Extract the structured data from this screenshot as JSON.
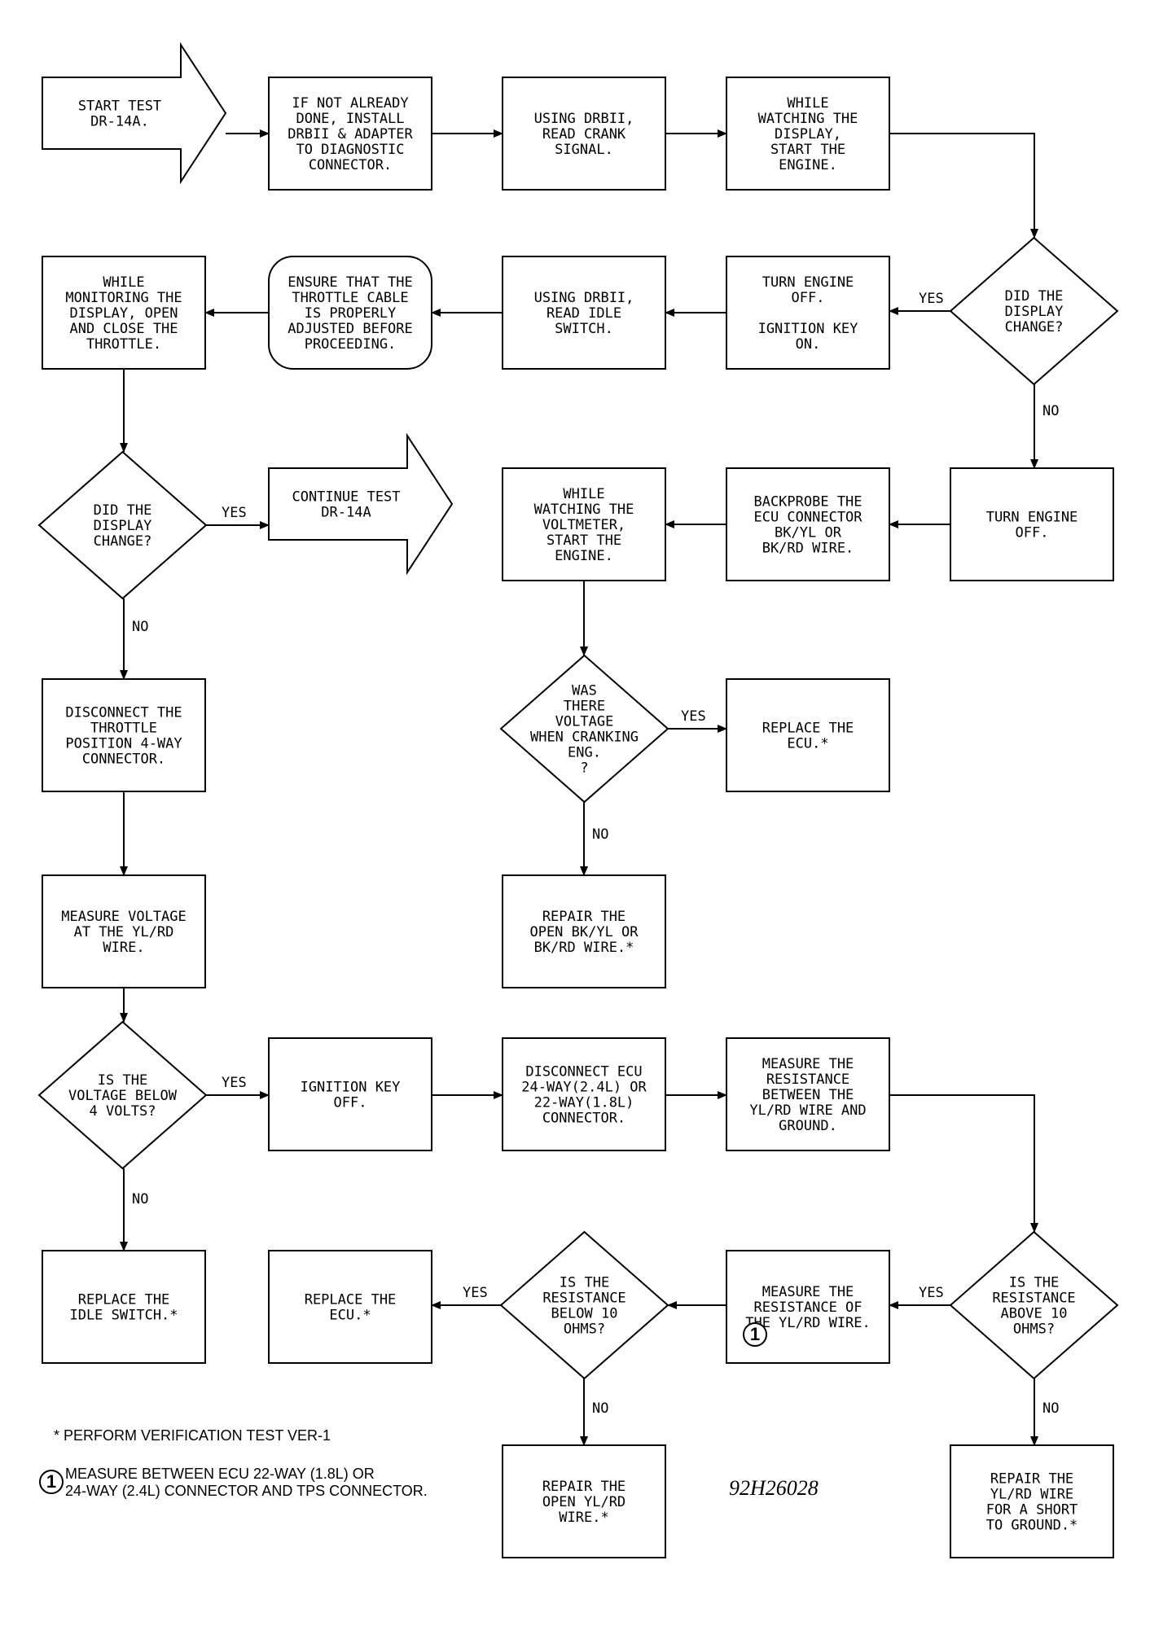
{
  "nodes": {
    "start_test": "START TEST\nDR-14A.",
    "install_drbii": "IF NOT ALREADY\nDONE, INSTALL\nDRBII & ADAPTER\nTO DIAGNOSTIC\nCONNECTOR.",
    "read_crank": "USING DRBII,\nREAD CRANK\nSIGNAL.",
    "watch_start": "WHILE\nWATCHING THE\nDISPLAY,\nSTART THE\nENGINE.",
    "display_change_1": "DID THE\nDISPLAY\nCHANGE?",
    "turn_off_key_on": "TURN ENGINE\nOFF.\n\nIGNITION KEY\nON.",
    "read_idle": "USING DRBII,\nREAD IDLE\nSWITCH.",
    "ensure_throttle": "ENSURE THAT THE\nTHROTTLE CABLE\nIS PROPERLY\nADJUSTED BEFORE\nPROCEEDING.",
    "monitor_throttle": "WHILE\nMONITORING THE\nDISPLAY, OPEN\nAND CLOSE THE\nTHROTTLE.",
    "display_change_2": "DID THE\nDISPLAY\nCHANGE?",
    "continue_test": "CONTINUE TEST\nDR-14A",
    "turn_engine_off": "TURN ENGINE\nOFF.",
    "backprobe": "BACKPROBE THE\nECU CONNECTOR\nBK/YL OR\nBK/RD WIRE.",
    "watch_voltmeter": "WHILE\nWATCHING THE\nVOLTMETER,\nSTART THE\nENGINE.",
    "voltage_cranking": "WAS\nTHERE\nVOLTAGE\nWHEN CRANKING\nENG.\n?",
    "replace_ecu_1": "REPLACE THE\nECU.*",
    "repair_bk": "REPAIR THE\nOPEN BK/YL OR\nBK/RD WIRE.*",
    "disconnect_tps": "DISCONNECT THE\nTHROTTLE\nPOSITION 4-WAY\nCONNECTOR.",
    "measure_voltage": "MEASURE VOLTAGE\nAT THE YL/RD\nWIRE.",
    "voltage_below": "IS THE\nVOLTAGE BELOW\n4 VOLTS?",
    "ign_off": "IGNITION KEY\nOFF.",
    "disconnect_ecu": "DISCONNECT ECU\n24-WAY(2.4L) OR\n22-WAY(1.8L)\nCONNECTOR.",
    "measure_res_ground": "MEASURE THE\nRESISTANCE\nBETWEEN THE\nYL/RD WIRE AND\nGROUND.",
    "res_above_10": "IS THE\nRESISTANCE\nABOVE 10\nOHMS?",
    "repair_short": "REPAIR THE\nYL/RD WIRE\nFOR A SHORT\nTO GROUND.*",
    "measure_res_wire": "MEASURE THE\nRESISTANCE OF\nTHE YL/RD WIRE.",
    "res_below_10": "IS THE\nRESISTANCE\nBELOW 10\nOHMS?",
    "replace_ecu_2": "REPLACE THE\nECU.*",
    "repair_open_yl": "REPAIR THE\nOPEN YL/RD\nWIRE.*",
    "replace_idle": "REPLACE THE\nIDLE SWITCH.*"
  },
  "edge_labels": {
    "yes": "YES",
    "no": "NO"
  },
  "footnotes": {
    "asterisk": "* PERFORM VERIFICATION TEST VER-1",
    "circle_number": "1",
    "measure_note": "MEASURE BETWEEN ECU 22-WAY (1.8L) OR\n24-WAY (2.4L) CONNECTOR AND TPS CONNECTOR."
  },
  "figure_id": "92H26028"
}
